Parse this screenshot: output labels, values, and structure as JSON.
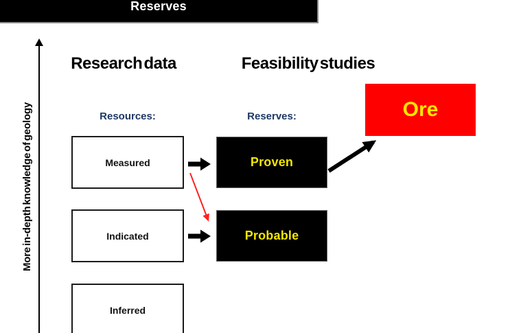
{
  "banner": {
    "label": "Reserves"
  },
  "y_axis": {
    "label": "More in-depth knowledge of geology"
  },
  "research": {
    "heading": "Research data",
    "group_label": "Resources:",
    "boxes": [
      {
        "label": "Measured"
      },
      {
        "label": "Indicated"
      },
      {
        "label": "Inferred"
      }
    ]
  },
  "feasibility": {
    "heading": "Feasibility studies",
    "group_label": "Reserves:",
    "boxes": [
      {
        "label": "Proven"
      },
      {
        "label": "Probable"
      }
    ]
  },
  "result": {
    "label": "Ore"
  },
  "colors": {
    "banner_bg": "#000000",
    "banner_text": "#FFFFFF",
    "resource_box_bg": "#FFFFFF",
    "resource_box_border": "#000000",
    "reserve_box_bg": "#000000",
    "reserve_box_text": "#F2E600",
    "ore_box_bg": "#FF0000",
    "ore_box_text": "#FFE600",
    "group_label_text": "#1F3864",
    "flow_arrow": "#000000",
    "crossover_arrow": "#FF2222"
  }
}
